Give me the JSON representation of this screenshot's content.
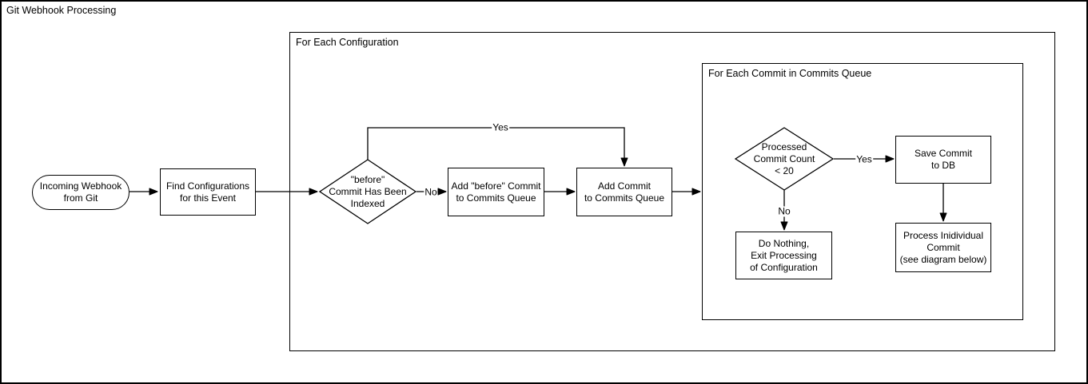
{
  "title": "Git Webhook Processing",
  "containers": {
    "config_loop": "For Each Configuration",
    "commit_loop": "For Each Commit in Commits Queue"
  },
  "nodes": {
    "incoming_webhook": "Incoming Webhook\nfrom Git",
    "find_configurations": "Find Configurations\nfor this Event",
    "before_commit_indexed": "\"before\"\nCommit Has Been\nIndexed",
    "add_before_commit": "Add \"before\" Commit\nto Commits Queue",
    "add_commit": "Add Commit\nto Commits Queue",
    "processed_commit_count": "Processed\nCommit Count\n< 20",
    "save_commit": "Save Commit\nto DB",
    "do_nothing": "Do Nothing,\nExit Processing\nof Configuration",
    "process_individual": "Process Inidividual\nCommit\n(see diagram below)"
  },
  "edge_labels": {
    "before_indexed_yes": "Yes",
    "before_indexed_no": "No",
    "count_yes": "Yes",
    "count_no": "No"
  },
  "colors": {
    "stroke": "#000000",
    "fill": "#ffffff"
  }
}
